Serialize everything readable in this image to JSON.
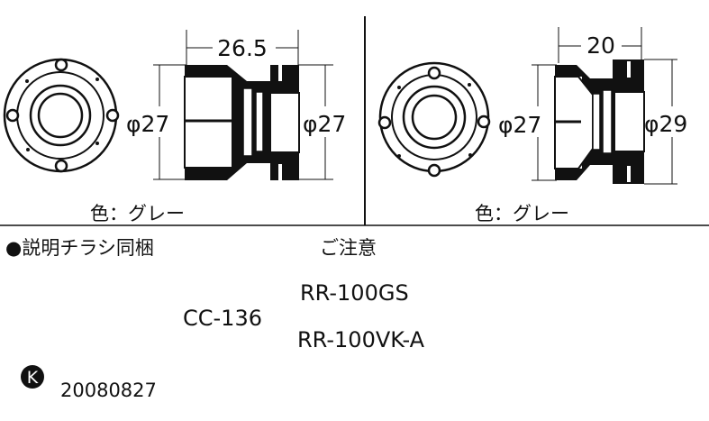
{
  "left_part": {
    "width_dim": "26.5",
    "left_diameter": "φ27",
    "right_diameter": "φ27",
    "color_label": "色：グレー"
  },
  "right_part": {
    "width_dim": "20",
    "left_diameter": "φ27",
    "right_diameter": "φ29",
    "color_label": "色：グレー"
  },
  "notes": {
    "leaflet": "●説明チラシ同梱",
    "caution": "ご注意",
    "product_code": "CC-136",
    "compatible_models": [
      "RR-100GS",
      "RR-100VK-A"
    ],
    "brand_mark": "K",
    "date_code": "20080827"
  },
  "colors": {
    "ink": "#111111",
    "background": "#ffffff"
  }
}
